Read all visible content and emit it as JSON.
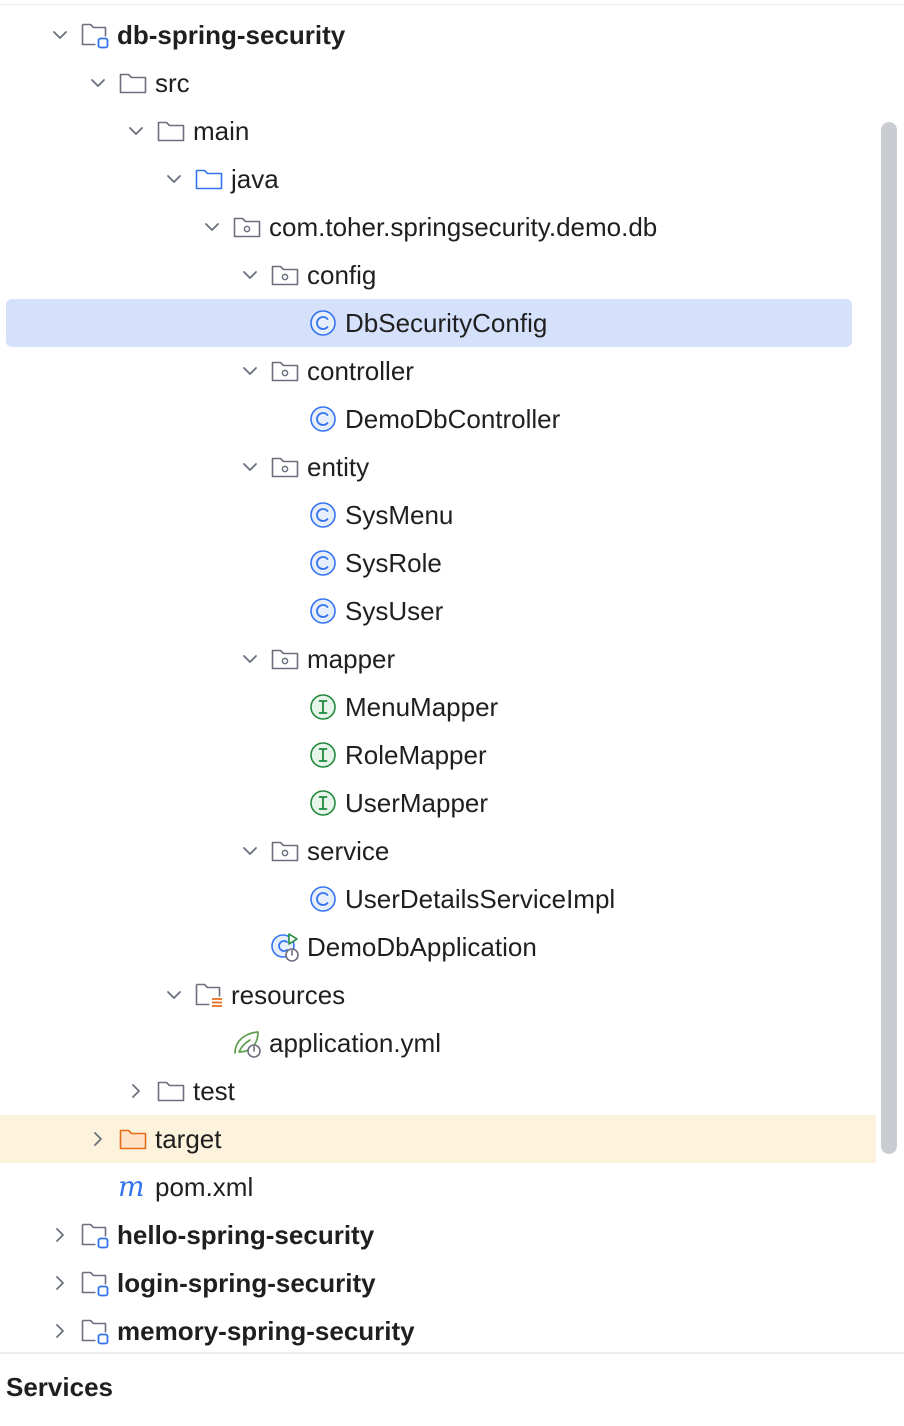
{
  "project_tree": {
    "rows": [
      {
        "label": "db-spring-security",
        "depth": 1,
        "chevron": "down",
        "icon": "module",
        "bold": true
      },
      {
        "label": "src",
        "depth": 2,
        "chevron": "down",
        "icon": "folder"
      },
      {
        "label": "main",
        "depth": 3,
        "chevron": "down",
        "icon": "folder"
      },
      {
        "label": "java",
        "depth": 4,
        "chevron": "down",
        "icon": "source-root"
      },
      {
        "label": "com.toher.springsecurity.demo.db",
        "depth": 5,
        "chevron": "down",
        "icon": "package"
      },
      {
        "label": "config",
        "depth": 6,
        "chevron": "down",
        "icon": "package"
      },
      {
        "label": "DbSecurityConfig",
        "depth": 7,
        "chevron": "none",
        "icon": "class",
        "selected": true
      },
      {
        "label": "controller",
        "depth": 6,
        "chevron": "down",
        "icon": "package"
      },
      {
        "label": "DemoDbController",
        "depth": 7,
        "chevron": "none",
        "icon": "class"
      },
      {
        "label": "entity",
        "depth": 6,
        "chevron": "down",
        "icon": "package"
      },
      {
        "label": "SysMenu",
        "depth": 7,
        "chevron": "none",
        "icon": "class"
      },
      {
        "label": "SysRole",
        "depth": 7,
        "chevron": "none",
        "icon": "class"
      },
      {
        "label": "SysUser",
        "depth": 7,
        "chevron": "none",
        "icon": "class"
      },
      {
        "label": "mapper",
        "depth": 6,
        "chevron": "down",
        "icon": "package"
      },
      {
        "label": "MenuMapper",
        "depth": 7,
        "chevron": "none",
        "icon": "interface"
      },
      {
        "label": "RoleMapper",
        "depth": 7,
        "chevron": "none",
        "icon": "interface"
      },
      {
        "label": "UserMapper",
        "depth": 7,
        "chevron": "none",
        "icon": "interface"
      },
      {
        "label": "service",
        "depth": 6,
        "chevron": "down",
        "icon": "package"
      },
      {
        "label": "UserDetailsServiceImpl",
        "depth": 7,
        "chevron": "none",
        "icon": "class"
      },
      {
        "label": "DemoDbApplication",
        "depth": 6,
        "chevron": "none",
        "icon": "spring-boot-app"
      },
      {
        "label": "resources",
        "depth": 4,
        "chevron": "down",
        "icon": "resources-root"
      },
      {
        "label": "application.yml",
        "depth": 5,
        "chevron": "none",
        "icon": "spring-config"
      },
      {
        "label": "test",
        "depth": 3,
        "chevron": "right",
        "icon": "folder"
      },
      {
        "label": "target",
        "depth": 2,
        "chevron": "right",
        "icon": "excluded-folder",
        "excluded": true
      },
      {
        "label": "pom.xml",
        "depth": 2,
        "chevron": "none",
        "icon": "maven"
      },
      {
        "label": "hello-spring-security",
        "depth": 1,
        "chevron": "right",
        "icon": "module",
        "bold": true
      },
      {
        "label": "login-spring-security",
        "depth": 1,
        "chevron": "right",
        "icon": "module",
        "bold": true
      },
      {
        "label": "memory-spring-security",
        "depth": 1,
        "chevron": "right",
        "icon": "module",
        "bold": true
      }
    ]
  },
  "services_panel": {
    "title": "Services"
  },
  "colors": {
    "selection": "#d5e1fa",
    "excluded": "#fdf3dd",
    "class_icon": "#3574f0",
    "interface_icon": "#208a3c",
    "spring_icon": "#5fa04e",
    "excluded_folder": "#e66d17",
    "folder_stroke": "#6c707e"
  }
}
